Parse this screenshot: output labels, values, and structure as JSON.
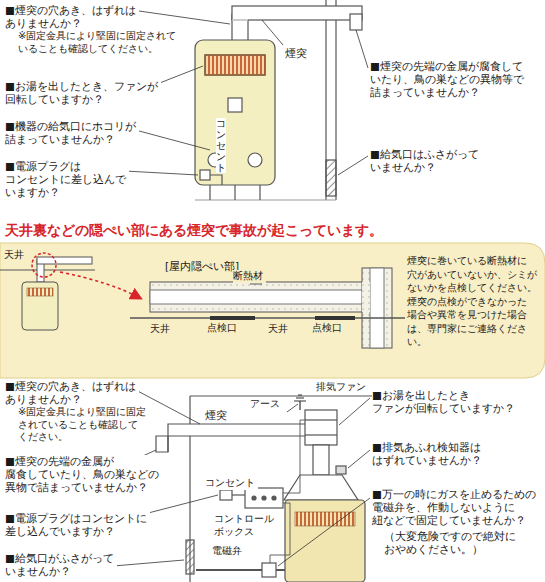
{
  "diagram": {
    "nodes": [
      {
        "text": [
          "天井裏などの隠ぺい部にある煙突で事故が起こっています。",
          "煙突に巻いている断熱材に 穴があいていないか、シミが ないかを点検してください。 煙突の点検ができなかった 場合や異常を見つけた場合 は、専門家にご連絡くださ い。"
        ]
      }
    ],
    "labels": [
      "■煙突の穴あき、はずれは ありませんか？",
      "※固定金具により堅固に固定されて いることも確認してください。",
      "■お湯を出したとき、ファンが 回転していますか？",
      "■機器の給気口にホコリが 詰まっていませんか？",
      "■電源プラグは コンセントに差し込んで いますか？",
      "煙突",
      "■煙突の先端の金属が腐食して いたり、鳥の巣などの異物等で 詰まっていませんか？",
      "■給気口はふさがって いませんか？",
      "コンセント",
      "天井",
      "[屋内隠ぺい部]",
      "断熱材",
      "天井",
      "点検口",
      "天井",
      "点検口",
      "■煙突の穴あき、はずれは ありませんか？",
      "※固定金具により堅固に固定 されていることも確認して ください。",
      "■煙突の先端の金属が 腐食していたり、鳥の巣などの 異物で詰まっていませんか？",
      "■電源プラグはコンセントに 差し込んでいますか？",
      "■給気口がふさがって いませんか？",
      "煙突",
      "アース",
      "排気ファン",
      "コンセント",
      "コントロール ボックス",
      "電磁弁",
      "■お湯を出したとき ファンが回転していますか？",
      "■排気あふれ検知器は はずれていませんか？",
      "■万一の時にガスを止めるための 電磁弁を、作動しないように 紐などで固定していませんか？",
      "（大変危険ですので絶対に おやめください。）"
    ]
  }
}
